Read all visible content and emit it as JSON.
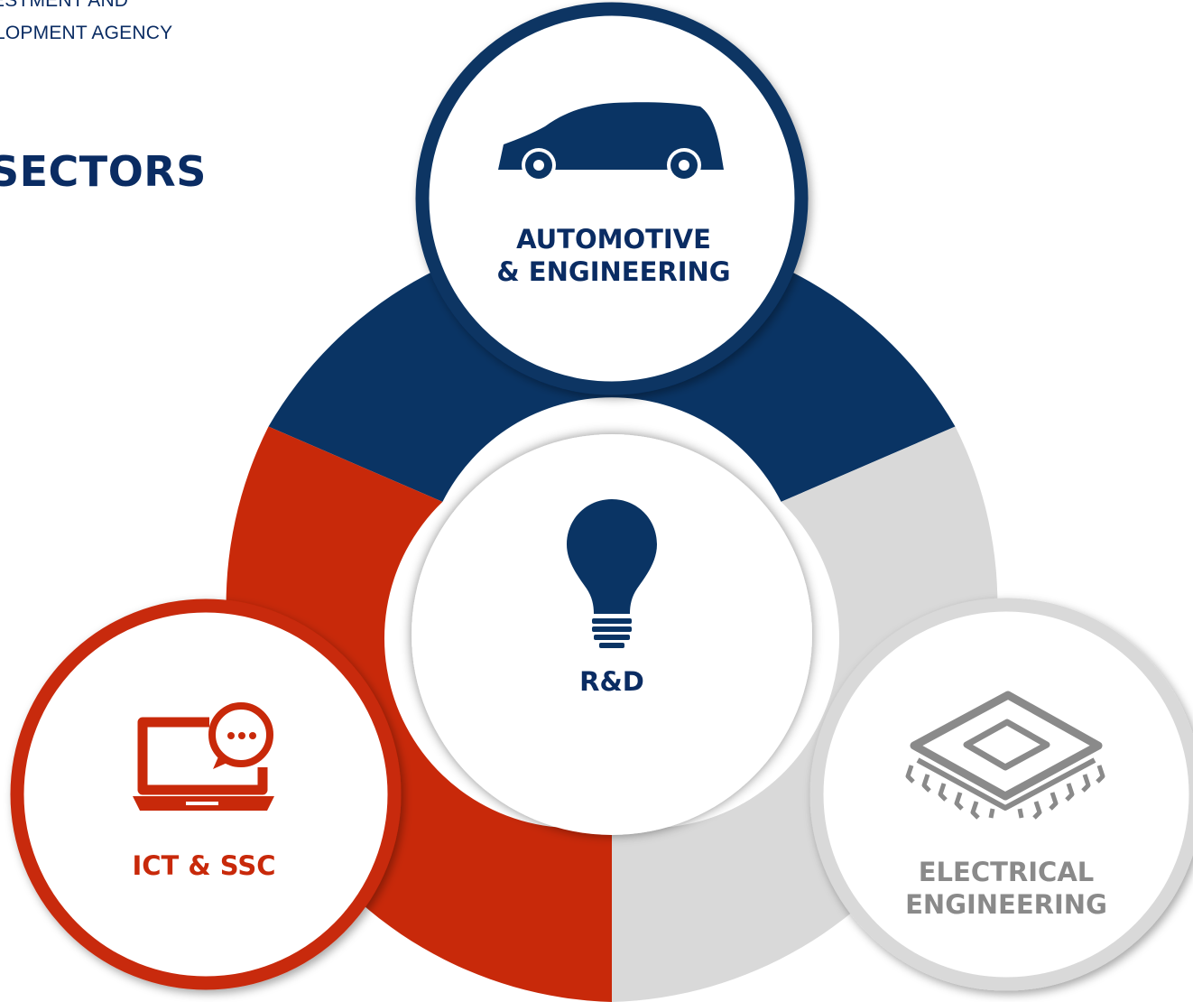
{
  "agency": {
    "line1": "ESTMENT AND",
    "line2": "LOPMENT AGENCY"
  },
  "title": "SECTORS",
  "center": {
    "label": "R&D",
    "icon": "lightbulb-icon"
  },
  "sectors": [
    {
      "line1": "AUTOMOTIVE",
      "line2": "& ENGINEERING",
      "icon": "car-icon",
      "color": "#0a3464"
    },
    {
      "line1": "ICT & SSC",
      "icon": "laptop-chat-icon",
      "color": "#c8290a"
    },
    {
      "line1": "ELECTRICAL",
      "line2": "ENGINEERING",
      "icon": "microchip-icon",
      "color": "#d9d9d9"
    }
  ],
  "colors": {
    "navy": "#0a3464",
    "red": "#c8290a",
    "grey": "#d9d9d9",
    "grey_text": "#8a8a8a"
  }
}
